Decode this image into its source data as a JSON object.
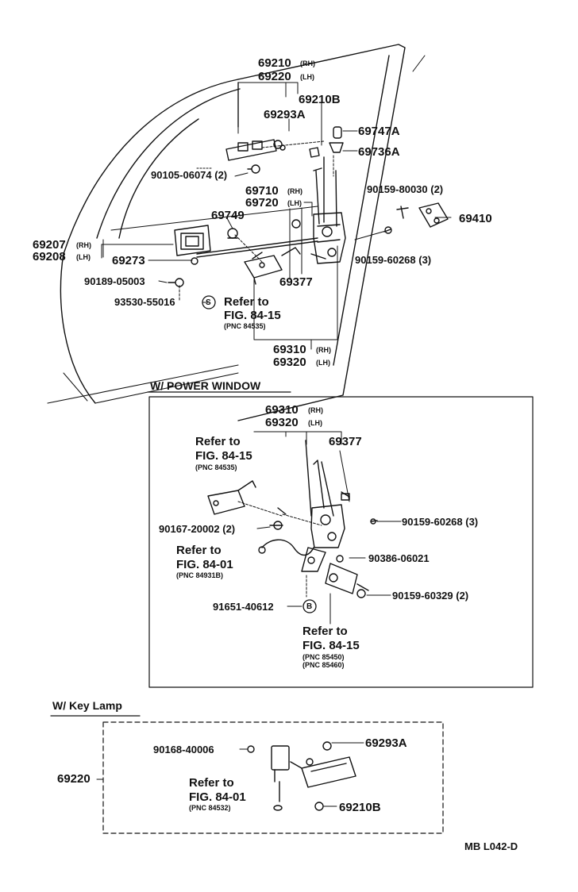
{
  "labels": {
    "p69210": "69210",
    "rh": "(RH)",
    "p69220": "69220",
    "lh": "(LH)",
    "p69210B": "69210B",
    "p69293A": "69293A",
    "p69747A": "69747A",
    "p69736A": "69736A",
    "p90105": "90105-06074 (2)",
    "p69710": "69710",
    "p69720": "69720",
    "p90159_80030": "90159-80030 (2)",
    "p69749": "69749",
    "p69410": "69410",
    "p69207": "69207",
    "p69208": "69208",
    "p69273": "69273",
    "p90159_60268": "90159-60268 (3)",
    "p90189": "90189-05003",
    "p69377": "69377",
    "p93530": "93530-55016",
    "circle_s": "S",
    "circle_b": "B",
    "refer_to": "Refer to",
    "fig_84_15": "FIG. 84-15",
    "fig_84_01": "FIG. 84-01",
    "pnc_84535": "(PNC 84535)",
    "p69310": "69310",
    "p69320": "69320",
    "power_window": "W/ POWER  WINDOW",
    "p90167": "90167-20002 (2)",
    "pnc_84931B": "(PNC 84931B)",
    "p90386": "90386-06021",
    "p90159_60329": "90159-60329 (2)",
    "p91651": "91651-40612",
    "pnc_85450": "(PNC 85450)",
    "pnc_85460": "(PNC 85460)",
    "key_lamp": "W/ Key Lamp",
    "p90168": "90168-40006",
    "pnc_84532": "(PNC 84532)",
    "code": "MB  L042-D"
  }
}
